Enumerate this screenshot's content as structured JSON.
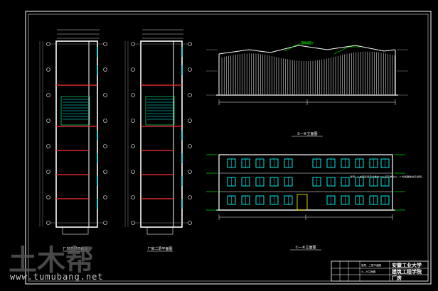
{
  "drawing": {
    "plans": [
      {
        "title": "厂房首层平面图"
      },
      {
        "title": "厂房二层平面图"
      }
    ],
    "elevations": [
      {
        "title": "①—⑥立面图",
        "roof_label": "屋面坡度%"
      },
      {
        "title": "①—⑥立面图"
      }
    ],
    "note": "说明：1.本图采用尺寸单位mm,标高单位m。2.外墙面做法见说明。",
    "title_block": {
      "school_line1": "安徽工业大学",
      "school_line2": "建筑工程学院",
      "project": "厂房",
      "row1": "首层、二层平面图",
      "row2": "①—⑥立面图"
    }
  },
  "watermark": {
    "logo": "土木帮",
    "url": "www.tumubang.net"
  },
  "colors": {
    "background": "#000000",
    "frame": "#ffffff",
    "wall": "#ffffff",
    "glass": "#00ffff",
    "accent_red": "#ff3030",
    "accent_green": "#00ff00",
    "annotation_yellow": "#ffff00",
    "stair": "#00cc66"
  }
}
